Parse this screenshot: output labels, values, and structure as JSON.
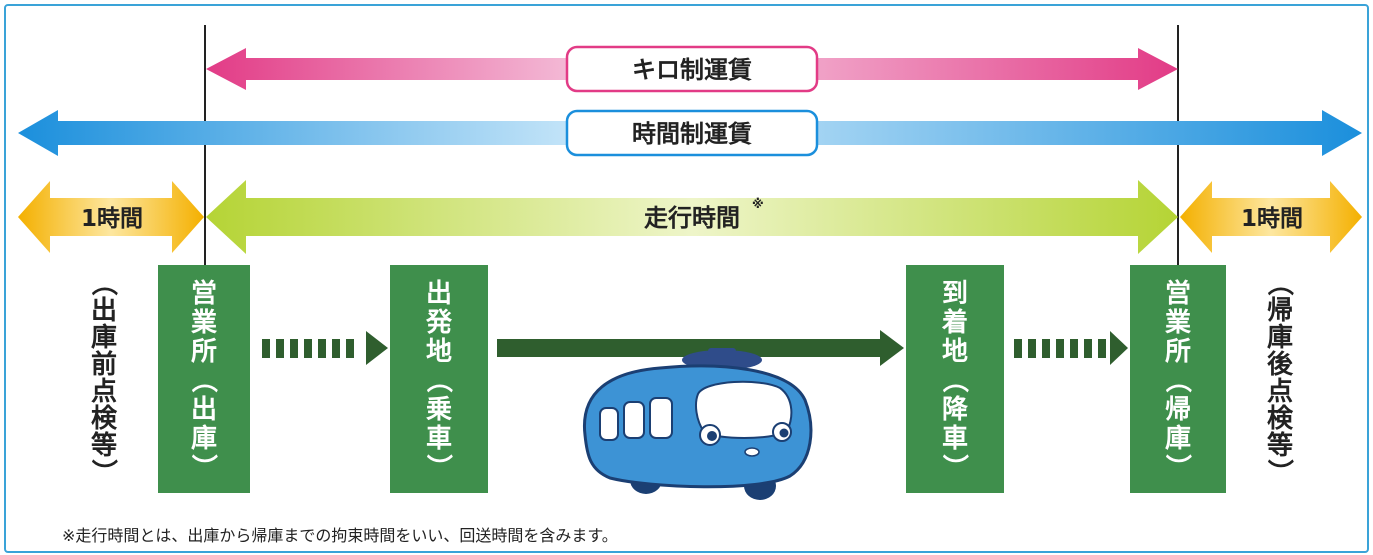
{
  "fares": {
    "kilo_fare": "キロ制運賃",
    "time_fare": "時間制運賃"
  },
  "time_bands": {
    "before": "1時間",
    "driving": "走行時間",
    "driving_mark": "※",
    "after": "1時間"
  },
  "side_labels": {
    "left": [
      "（",
      "出",
      "庫",
      "前",
      "点",
      "検",
      "等",
      "）"
    ],
    "right": [
      "（",
      "帰",
      "庫",
      "後",
      "点",
      "検",
      "等",
      "）"
    ]
  },
  "stations": {
    "office_out": [
      "営",
      "業",
      "所",
      "（",
      "出",
      "庫",
      "）"
    ],
    "departure": [
      "出",
      "発",
      "地",
      "（",
      "乗",
      "車",
      "）"
    ],
    "arrival": [
      "到",
      "着",
      "地",
      "（",
      "降",
      "車",
      "）"
    ],
    "office_in": [
      "営",
      "業",
      "所",
      "（",
      "帰",
      "庫",
      "）"
    ]
  },
  "note": "※走行時間とは、出庫から帰庫までの拘束時間をいい、回送時間を含みます。",
  "colors": {
    "frame": "#3aa3d8",
    "kilo": "#e23b86",
    "time": "#1b8fdc",
    "yellow": "#f4b000",
    "lime": "#b5d435",
    "station": "#3f8f4c",
    "arrow_dark": "#2f5e2e",
    "bus": "#3d93d5"
  }
}
